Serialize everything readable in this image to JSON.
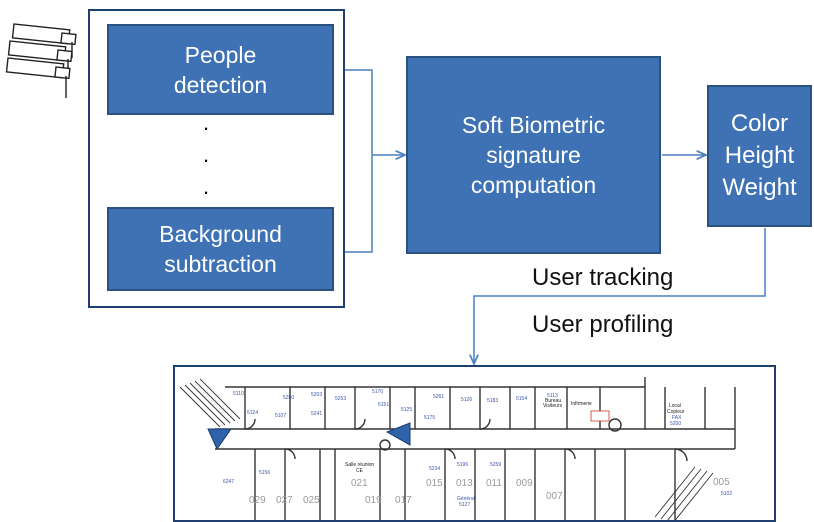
{
  "diagram": {
    "detection_box": {
      "line1": "People",
      "line2": "detection"
    },
    "subtraction_box": {
      "line1": "Background",
      "line2": "subtraction"
    },
    "ellipsis": [
      ".",
      ".",
      "."
    ],
    "soft_box": {
      "line1": "Soft Biometric",
      "line2": "signature",
      "line3": "computation"
    },
    "attr_box": {
      "line1": "Color",
      "line2": "Height",
      "line3": "Weight"
    },
    "tracking_label": "User tracking",
    "profiling_label": "User profiling"
  },
  "floorplan": {
    "small_labels": [
      "5110",
      "5124",
      "5107",
      "5260",
      "5241",
      "5203",
      "5253",
      "5170",
      "5151",
      "5125",
      "5261",
      "5175",
      "5126",
      "5183",
      "5154",
      "5113",
      "Bureau",
      "Visiteurs",
      "Infirmerie",
      "Local",
      "Copieur",
      "FAX",
      "5200",
      "Salle réunion",
      "CE",
      "6247",
      "5156",
      "5234",
      "5196",
      "5259",
      "Général",
      "5127",
      "5102"
    ],
    "room_numbers": [
      "029",
      "027",
      "025",
      "021",
      "019",
      "017",
      "015",
      "013",
      "011",
      "009",
      "007",
      "005"
    ]
  },
  "colors": {
    "box_fill": "#3f72b5",
    "box_border": "#2b5183",
    "line": "#4a7fc1",
    "frame": "#1f3f6e",
    "marker": "#2f62a8"
  }
}
